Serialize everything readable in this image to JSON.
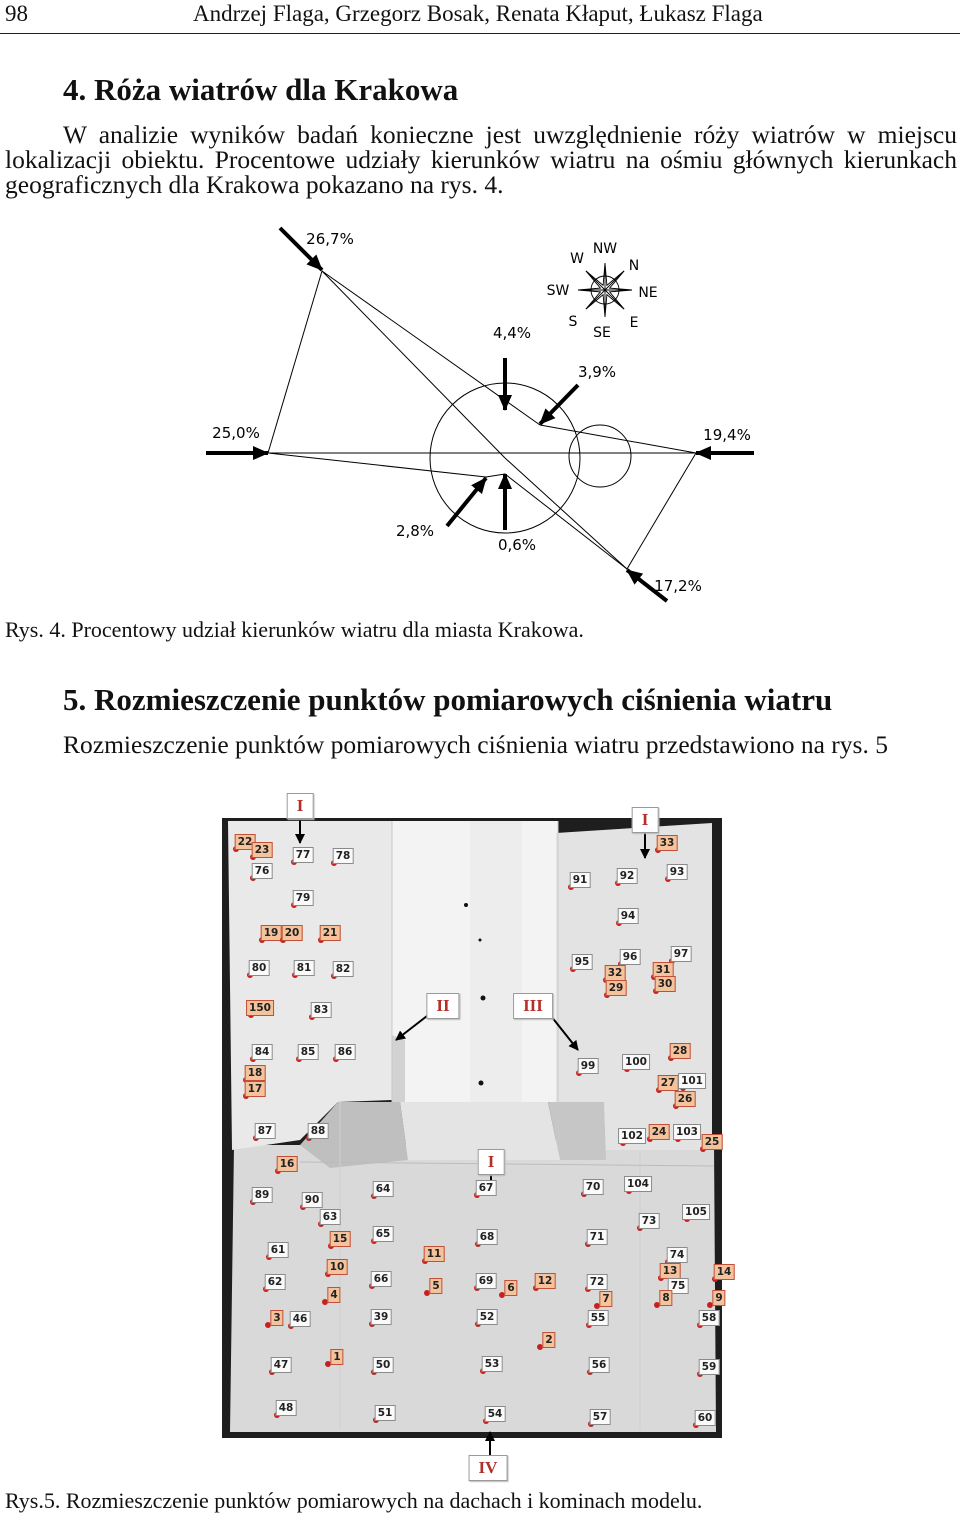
{
  "header": {
    "page_number": "98",
    "authors": "Andrzej Flaga, Grzegorz Bosak, Renata Kłaput, Łukasz Flaga"
  },
  "section4": {
    "title": "4. Róża wiatrów dla Krakowa",
    "paragraph_lines": [
      "W analizie wyników badań konieczne jest uwzględnienie róży wiatrów w miejscu",
      "lokalizacji obiektu. Procentowe udziały kierunków wiatru na ośmiu głównych kierunkach",
      "geograficznych dla Krakowa pokazano na rys. 4."
    ]
  },
  "figure4": {
    "percent_labels": [
      "26,7%",
      "4,4%",
      "3,9%",
      "25,0%",
      "19,4%",
      "2,8%",
      "0,6%",
      "17,2%"
    ],
    "compass_labels": [
      "W",
      "NW",
      "N",
      "SW",
      "NE",
      "S",
      "SE",
      "E"
    ],
    "caption": "Rys. 4. Procentowy udział kierunków wiatru dla miasta Krakowa."
  },
  "section5": {
    "title": "5. Rozmieszczenie punktów pomiarowych ciśnienia wiatru",
    "paragraph": "Rozmieszczenie punktów pomiarowych ciśnienia wiatru przedstawiono na rys. 5"
  },
  "figure5": {
    "section_labels": [
      "I",
      "I",
      "II",
      "III",
      "I",
      "IV"
    ],
    "point_labels": [
      "22",
      "23",
      "77",
      "78",
      "76",
      "79",
      "19",
      "20",
      "21",
      "80",
      "81",
      "82",
      "150",
      "83",
      "84",
      "85",
      "86",
      "18",
      "17",
      "87",
      "88",
      "16",
      "89",
      "90",
      "63",
      "64",
      "61",
      "15",
      "65",
      "10",
      "11",
      "62",
      "66",
      "5",
      "3",
      "4",
      "46",
      "39",
      "47",
      "1",
      "50",
      "48",
      "51",
      "67",
      "68",
      "69",
      "6",
      "12",
      "52",
      "2",
      "53",
      "54",
      "33",
      "91",
      "92",
      "93",
      "94",
      "95",
      "96",
      "97",
      "32",
      "31",
      "29",
      "30",
      "99",
      "100",
      "28",
      "27",
      "101",
      "26",
      "102",
      "24",
      "103",
      "25",
      "70",
      "104",
      "105",
      "73",
      "71",
      "74",
      "13",
      "14",
      "75",
      "72",
      "8",
      "9",
      "7",
      "55",
      "58",
      "56",
      "59",
      "57",
      "60"
    ],
    "caption": "Rys.5. Rozmieszczenie punktów pomiarowych na dachach i kominach modelu."
  }
}
